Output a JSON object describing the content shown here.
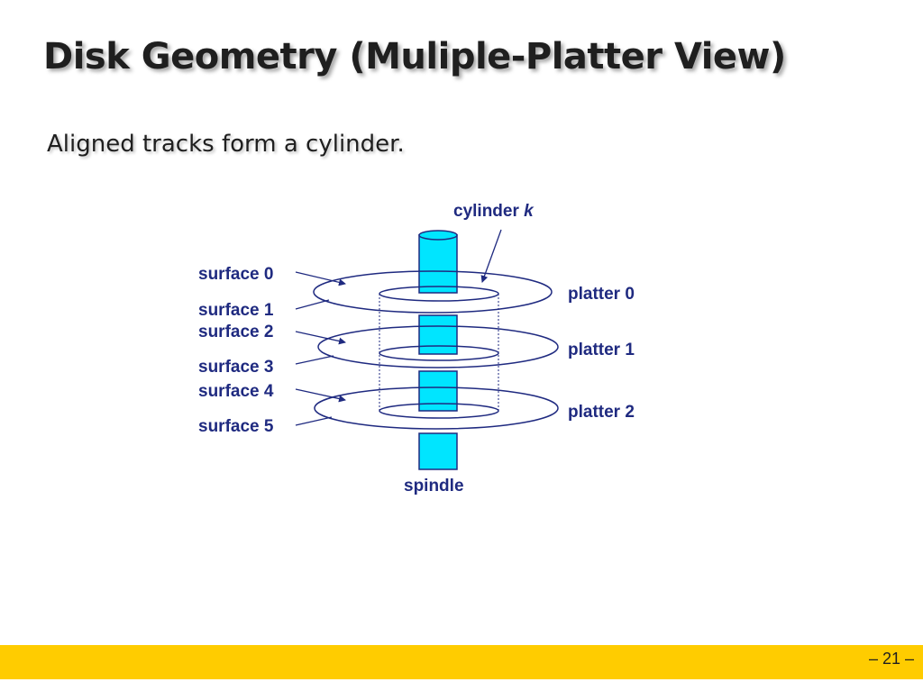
{
  "slide": {
    "title": "Disk Geometry (Muliple-Platter View)",
    "subtitle": "Aligned tracks form a cylinder.",
    "page_number": "– 21 –"
  },
  "diagram": {
    "cylinder_label": "cylinder ",
    "cylinder_var": "k",
    "surfaces": [
      "surface 0",
      "surface 1",
      "surface 2",
      "surface 3",
      "surface 4",
      "surface 5"
    ],
    "platters": [
      "platter 0",
      "platter 1",
      "platter 2"
    ],
    "spindle_label": "spindle"
  },
  "colors": {
    "spindle_fill": "#00e5ff",
    "label_text": "#1f2a80",
    "outline": "#1f2a80",
    "footer_bar": "#ffcc00"
  }
}
